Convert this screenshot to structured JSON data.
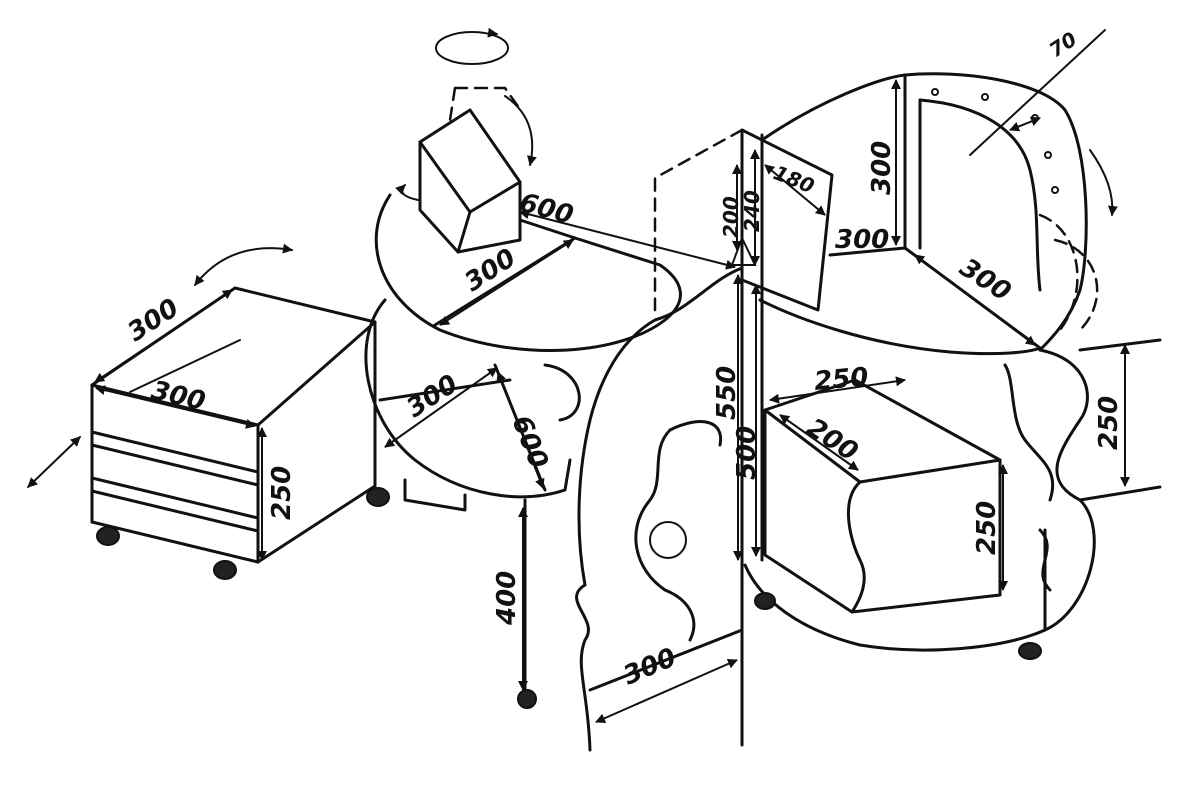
{
  "dimensions": {
    "cart_depth": "300",
    "cart_width": "300",
    "cart_height": "250",
    "top_shelf_arm": "600",
    "top_shelf_radius": "300",
    "lower_shelf_radius": "300",
    "lower_shelf_arm": "600",
    "pole_length": "400",
    "panel_upper_height": "200",
    "panel_width_a": "240",
    "panel_width_b": "180",
    "panel_height": "550",
    "panel_lower_height": "500",
    "panel_base": "300",
    "cabinet_top_height": "300",
    "cabinet_top_depth": "300",
    "cabinet_top_radius": "300",
    "shelf_hole_offset": "70",
    "box_width": "250",
    "box_depth": "200",
    "box_height": "250",
    "cabinet_lower_height": "250"
  }
}
